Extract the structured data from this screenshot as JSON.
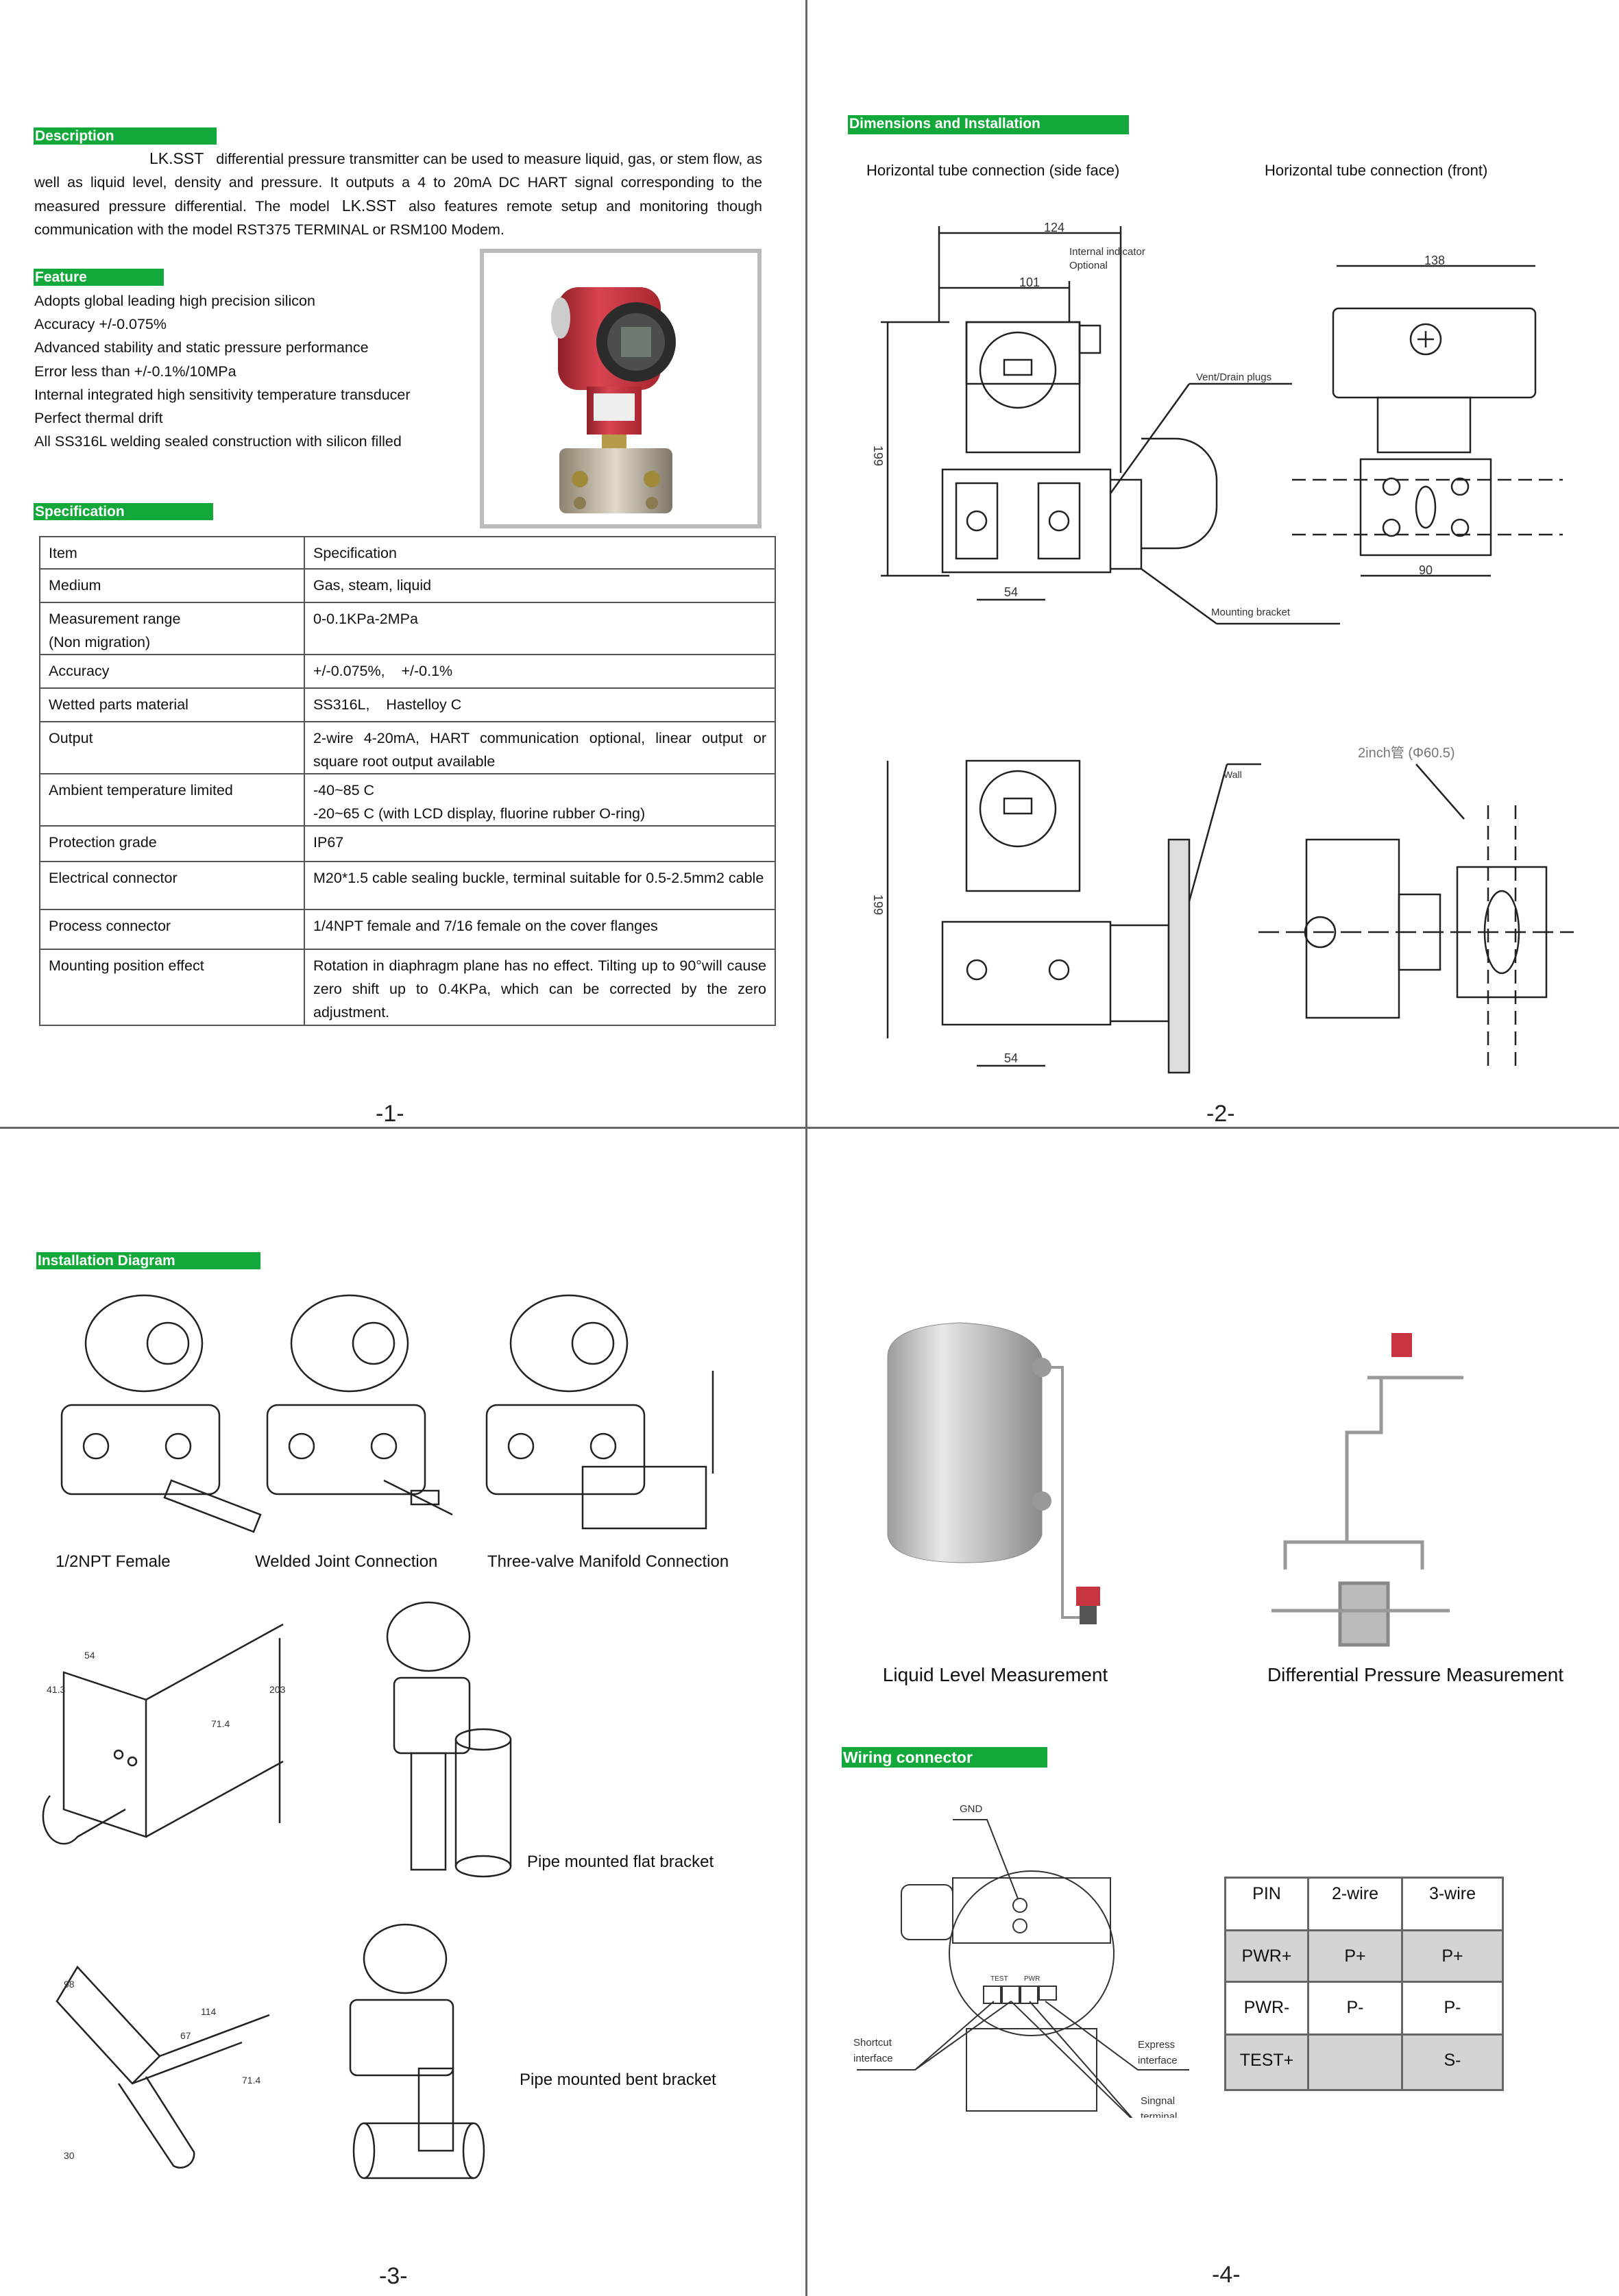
{
  "pages": {
    "p1": {
      "description_title": "Description",
      "description": {
        "model1": "LK.SST",
        "line1": "differential pressure transmitter can be used to measure liquid, gas, or stem flow, as well as liquid level, density and pressure. It outputs a 4 to 20mA DC HART signal corresponding to the measured pressure differential. The model",
        "model2": "LK.SST",
        "line2": "also features remote setup and monitoring though communication with the model RST375 TERMINAL or RSM100 Modem."
      },
      "feature_title": "Feature",
      "features": [
        "Adopts global leading high precision silicon",
        "Accuracy +/-0.075%",
        "Advanced stability and static pressure performance",
        "Error less than +/-0.1%/10MPa",
        "Internal integrated high sensitivity temperature transducer",
        "Perfect thermal drift",
        "All SS316L welding sealed construction with silicon filled"
      ],
      "specification_title": "Specification",
      "spec_table": {
        "headers": [
          "Item",
          "Specification"
        ],
        "rows": [
          [
            "Medium",
            "Gas, steam, liquid"
          ],
          [
            "Measurement range\n(Non migration)",
            "0-0.1KPa-2MPa"
          ],
          [
            "Accuracy",
            "+/-0.075%,    +/-0.1%"
          ],
          [
            "Wetted parts material",
            "SS316L,    Hastelloy C"
          ],
          [
            "Output",
            "2-wire 4-20mA, HART communication optional, linear output or square root output available"
          ],
          [
            "Ambient temperature limited",
            "-40~85 C\n-20~65 C (with LCD display, fluorine rubber O-ring)"
          ],
          [
            "Protection grade",
            "IP67"
          ],
          [
            "Electrical connector",
            "M20*1.5 cable sealing buckle, terminal suitable for 0.5-2.5mm2 cable"
          ],
          [
            "Process connector",
            "1/4NPT female and 7/16 female on the cover flanges"
          ],
          [
            "Mounting position effect",
            "Rotation in diaphragm plane has no effect. Tilting up to 90°will cause zero shift up to 0.4KPa, which can be corrected by the zero adjustment."
          ]
        ]
      },
      "page_number": "-1-"
    },
    "p2": {
      "title": "Dimensions and Installation",
      "sub_side": "Horizontal tube connection (side face)",
      "sub_front": "Horizontal tube connection (front)",
      "labels": {
        "d124": "124",
        "d101": "101",
        "indicator1": "Internal indicator",
        "indicator2": "Optional",
        "d199": "199",
        "d54": "54",
        "vent": "Vent/Drain plugs",
        "bracket": "Mounting bracket",
        "d138": "138",
        "d90": "90",
        "wall": "Wall",
        "pipe": "2inch管 (Φ60.5)",
        "d199b": "199",
        "d54b": "54"
      },
      "page_number": "-2-"
    },
    "p3": {
      "title": "Installation   Diagram",
      "captions": [
        "1/2NPT Female",
        "Welded Joint Connection",
        "Three-valve Manifold Connection"
      ],
      "flat_bracket": "Pipe mounted flat bracket",
      "bent_bracket": "Pipe mounted bent bracket",
      "dims_flat": [
        "54",
        "41.3",
        "71.4",
        "203"
      ],
      "dims_bent": [
        "98",
        "114",
        "67",
        "71.4",
        "30"
      ],
      "page_number": "-3-"
    },
    "p4": {
      "liquid_caption": "Liquid Level Measurement",
      "dp_caption": "Differential Pressure Measurement",
      "wiring_title": "Wiring connector",
      "wiring_labels": {
        "gnd": "GND",
        "test": "TEST",
        "pwr": "PWR",
        "shortcut1": "Shortcut",
        "shortcut2": "interface",
        "express1": "Express",
        "express2": "interface",
        "signal1": "Singnal",
        "signal2": "terminal"
      },
      "pin_table": {
        "headers": [
          "PIN",
          "2-wire",
          "3-wire"
        ],
        "rows": [
          [
            "PWR+",
            "P+",
            "P+"
          ],
          [
            "PWR-",
            "P-",
            "P-"
          ],
          [
            "TEST+",
            "",
            "S-"
          ]
        ]
      },
      "page_number": "-4-"
    }
  },
  "colors": {
    "section_header": "#12a83a",
    "housing_red": "#c8343f",
    "table_shade": "#d4d4d4"
  }
}
